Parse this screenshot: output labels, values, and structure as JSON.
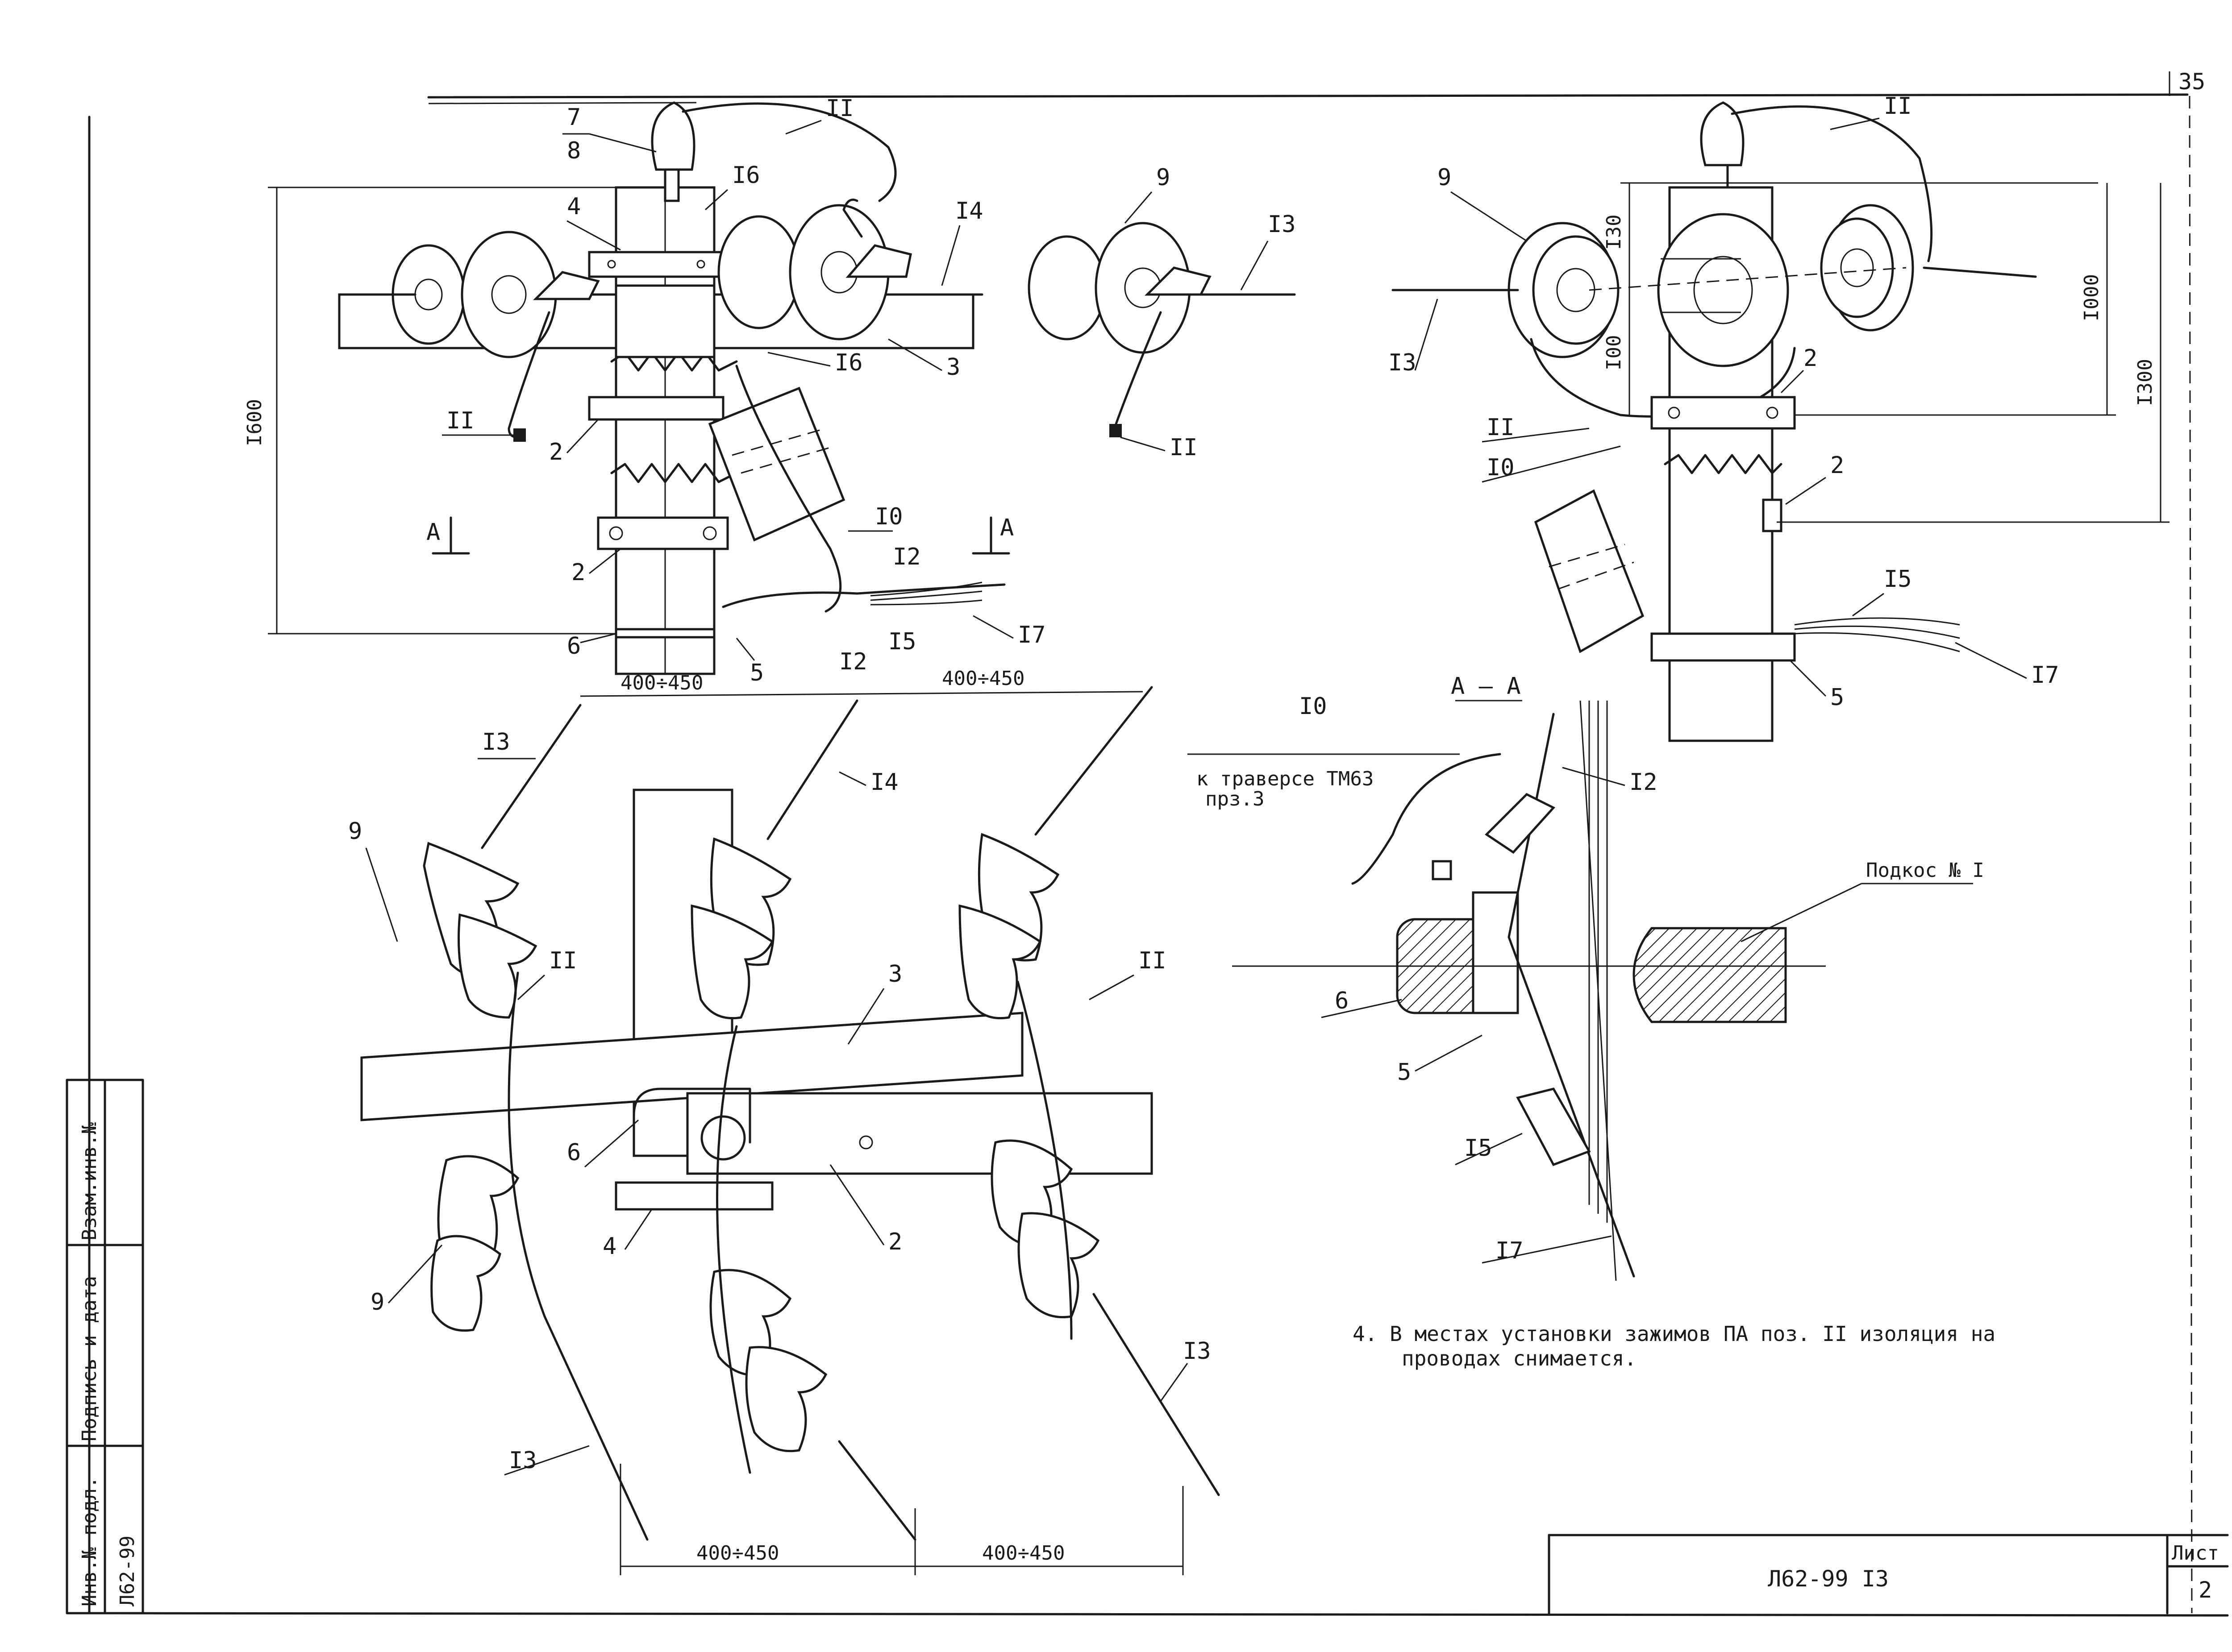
{
  "sheet": {
    "page_number": "35",
    "doc_code": "Л62-99 I3",
    "list_label": "Лист",
    "list_number": "2"
  },
  "side_stamp": {
    "inv_podl": "Инв.№ подл.",
    "podpis_data": "Подпись и дата",
    "vzam_inv": "Взам.инв.№",
    "inv_value": "Л62-99"
  },
  "labels": {
    "n2": "2",
    "n3": "3",
    "n4": "4",
    "n5": "5",
    "n6": "6",
    "n7": "7",
    "n8": "8",
    "n9": "9",
    "n10": "I0",
    "n11": "II",
    "n12": "I2",
    "n13": "I3",
    "n14": "I4",
    "n15": "I5",
    "n16": "I6",
    "n17": "I7"
  },
  "dimensions": {
    "h1600": "I600",
    "range1": "400÷450",
    "range2": "400÷450",
    "range3": "400÷450",
    "range4": "400÷450",
    "d130": "I30",
    "d100": "I00",
    "d1000": "I000",
    "d1300": "I300"
  },
  "section": {
    "marker": "A",
    "title": "А – А"
  },
  "callouts": {
    "traverse_line1": "к траверсе ТМ63",
    "traverse_line2": "прз.3",
    "podkos": "Подкос № I"
  },
  "note": {
    "line1": "4. В местах установки зажимов ПА поз. II изоляция на",
    "line2": "проводах снимается."
  }
}
